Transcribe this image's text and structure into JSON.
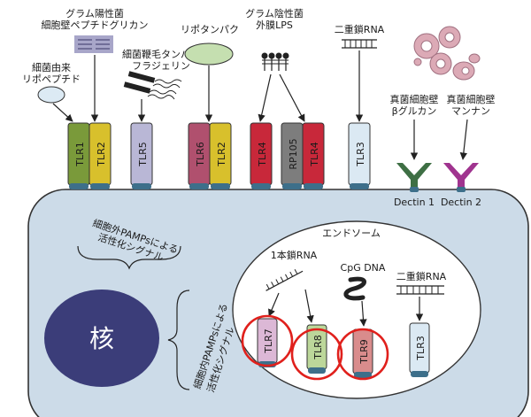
{
  "ligands": {
    "lipopeptide": [
      "細菌由来",
      "リポペプチド"
    ],
    "peptidoglycan": [
      "グラム陽性菌",
      "細胞壁ペプチドグリカン"
    ],
    "flagellin": [
      "細菌鞭毛タンパク",
      "フラジェリン"
    ],
    "lipoprotein": "リポタンパク",
    "lps": [
      "グラム陰性菌",
      "外膜LPS"
    ],
    "dsrna_top": "二重鎖RNA",
    "betaglucan": [
      "真菌細胞壁",
      "βグルカン"
    ],
    "mannan": [
      "真菌細胞壁",
      "マンナン"
    ]
  },
  "receptors": {
    "tlr1": "TLR1",
    "tlr2a": "TLR2",
    "tlr5": "TLR5",
    "tlr6": "TLR6",
    "tlr2b": "TLR2",
    "tlr4a": "TLR4",
    "rp105": "RP105",
    "tlr4b": "TLR4",
    "tlr3_top": "TLR3",
    "dectin1": "Dectin 1",
    "dectin2": "Dectin 2"
  },
  "cell": {
    "endosome": "エンドソーム",
    "extracellular_signal": [
      "細胞外PAMPsによる",
      "活性化シグナル"
    ],
    "intracellular_signal": [
      "細胞内PAMPsによる",
      "活性化シグナル"
    ],
    "nucleus": "核"
  },
  "endosome": {
    "ssrna": "1本鎖RNA",
    "cpg": "CpG DNA",
    "dsrna": "二重鎖RNA",
    "tlr7": "TLR7",
    "tlr8": "TLR8",
    "tlr9": "TLR9",
    "tlr3": "TLR3"
  },
  "colors": {
    "cell_fill": "#ccdbe8",
    "nucleus": "#3b3d79",
    "highlight_circle": "#e0201c",
    "tlr1": "#7a9a3a",
    "tlr2": "#d8c02c",
    "tlr5": "#b9b7d6",
    "tlr6": "#b0506e",
    "tlr4": "#c8283a",
    "rp105": "#7d7d7d",
    "tlr3": "#dbe9f3",
    "tlr7": "#dcb8d6",
    "tlr8": "#bcd79a",
    "tlr9": "#d98c8c",
    "dectin1": "#3e6f44",
    "dectin2": "#a0348f"
  }
}
